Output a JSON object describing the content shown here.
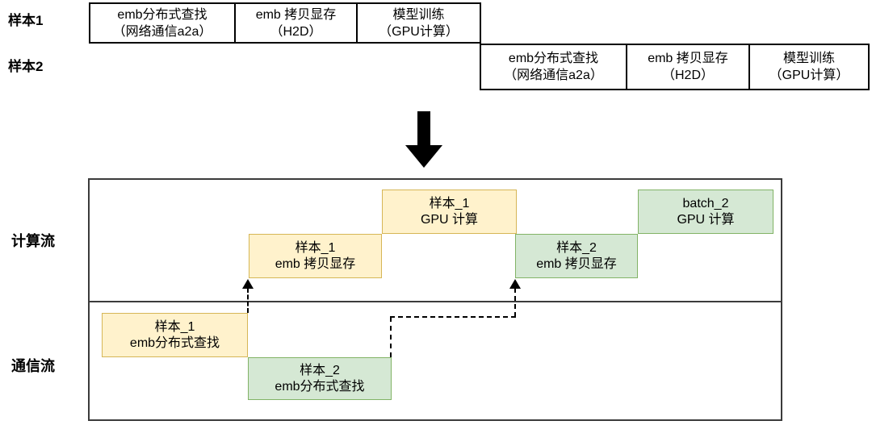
{
  "pipeline": {
    "rows": [
      {
        "label": "样本1",
        "stages": [
          {
            "line1": "emb分布式查找",
            "line2": "（网络通信a2a）"
          },
          {
            "line1": "emb 拷贝显存",
            "line2": "（H2D）"
          },
          {
            "line1": "模型训练",
            "line2": "（GPU计算）"
          }
        ]
      },
      {
        "label": "样本2",
        "stages": [
          {
            "line1": "emb分布式查找",
            "line2": "（网络通信a2a）"
          },
          {
            "line1": "emb 拷贝显存",
            "line2": "（H2D）"
          },
          {
            "line1": "模型训练",
            "line2": "（GPU计算）"
          }
        ]
      }
    ]
  },
  "transform_arrow": {
    "icon": "down-arrow"
  },
  "timeline": {
    "compute_lane": {
      "label": "计算流",
      "blocks": [
        {
          "line1": "样本_1",
          "line2": "emb 拷贝显存",
          "color": "yellow"
        },
        {
          "line1": "样本_1",
          "line2": "GPU 计算",
          "color": "yellow"
        },
        {
          "line1": "样本_2",
          "line2": "emb 拷贝显存",
          "color": "green"
        },
        {
          "line1": "batch_2",
          "line2": "GPU 计算",
          "color": "green"
        }
      ]
    },
    "comm_lane": {
      "label": "通信流",
      "blocks": [
        {
          "line1": "样本_1",
          "line2": "emb分布式查找",
          "color": "yellow"
        },
        {
          "line1": "样本_2",
          "line2": "emb分布式查找",
          "color": "green"
        }
      ]
    }
  },
  "colors": {
    "yellow_fill": "#FFF2CC",
    "yellow_border": "#D6B656",
    "green_fill": "#D5E8D4",
    "green_border": "#82B366",
    "outline": "#3B3B3B",
    "text": "#000000"
  }
}
